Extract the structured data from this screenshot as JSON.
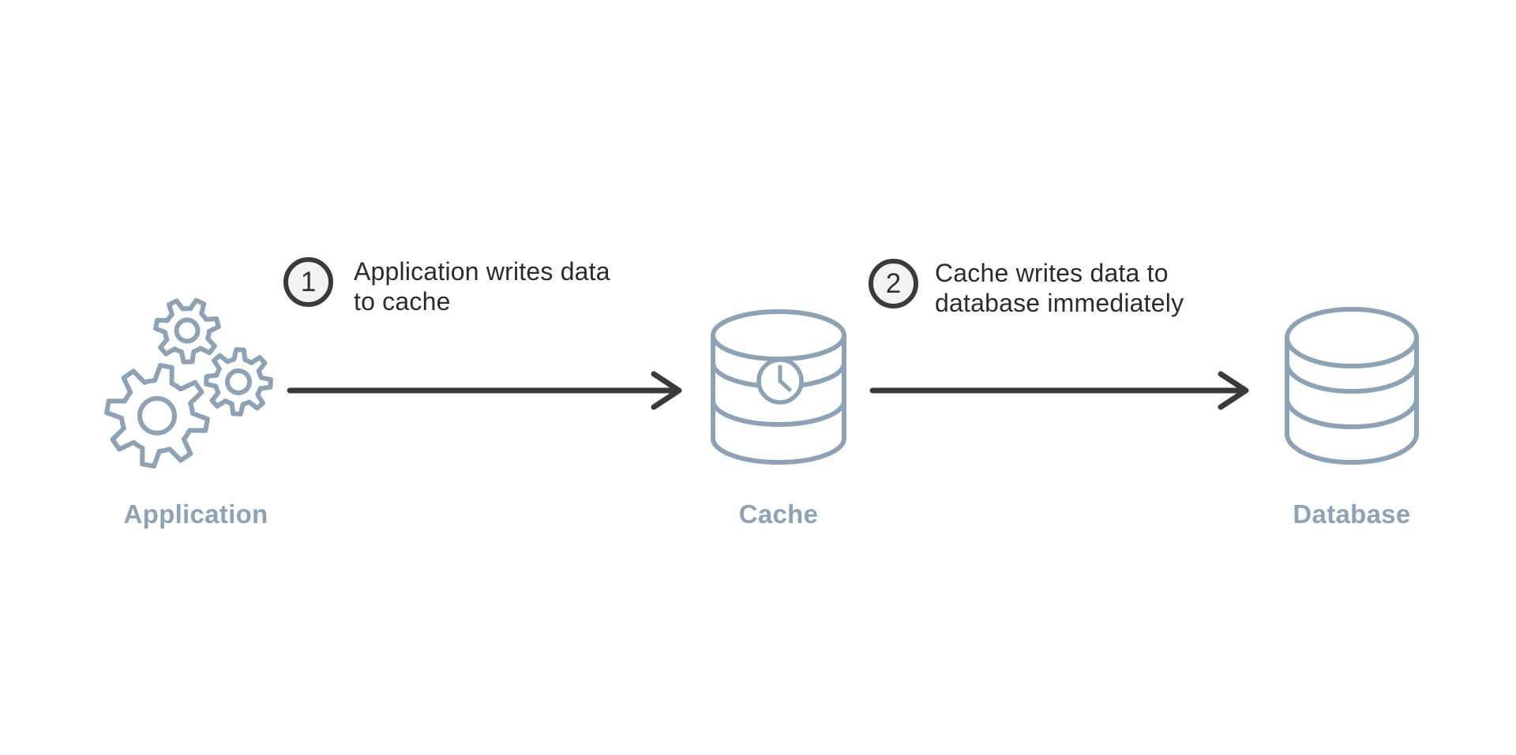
{
  "colors": {
    "accent": "#8DA3B5",
    "dark": "#3A3A3C",
    "text": "#2B2B2D",
    "badge_fill": "#F2F2F1",
    "background": "#FFFFFF"
  },
  "diagram": {
    "type": "flow-diagram",
    "description": "Write-through cache flow",
    "nodes": [
      {
        "id": "application",
        "label": "Application",
        "icon": "gears-icon"
      },
      {
        "id": "cache",
        "label": "Cache",
        "icon": "cache-cylinder-clock-icon"
      },
      {
        "id": "database",
        "label": "Database",
        "icon": "database-cylinder-icon"
      }
    ],
    "steps": [
      {
        "number": "1",
        "lines": [
          "Application writes data",
          "to cache"
        ],
        "from": "application",
        "to": "cache"
      },
      {
        "number": "2",
        "lines": [
          "Cache writes data to",
          "database immediately"
        ],
        "from": "cache",
        "to": "database"
      }
    ]
  }
}
